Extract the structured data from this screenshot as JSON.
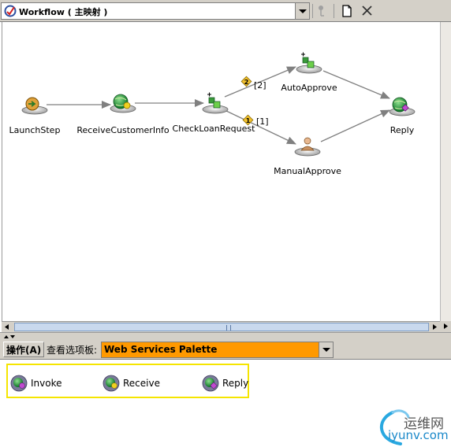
{
  "toolbar": {
    "title": "Workflow ( 主映射 )",
    "icons": [
      "workflow-icon",
      "chevron-down-icon",
      "pin-icon",
      "new-document-icon",
      "close-icon"
    ]
  },
  "workflow": {
    "nodes": {
      "launch": "LaunchStep",
      "receive": "ReceiveCustomerInfo",
      "check": "CheckLoanRequest",
      "auto": "AutoApprove",
      "manual": "ManualApprove",
      "reply": "Reply"
    },
    "conditions": {
      "auto": "[2]",
      "manual": "[1]"
    }
  },
  "palette_bar": {
    "menu_label": "操作(A)",
    "palette_label": "查看选项板:",
    "palette_value": "Web Services Palette"
  },
  "palette": {
    "items": [
      "Invoke",
      "Receive",
      "Reply"
    ]
  },
  "watermark": {
    "text_cn": "运维网",
    "text_url": "iyunv.com"
  },
  "colors": {
    "palette_select_bg": "#ff9900",
    "palette_border": "#f5e500",
    "window_bg": "#d4d0c8"
  }
}
